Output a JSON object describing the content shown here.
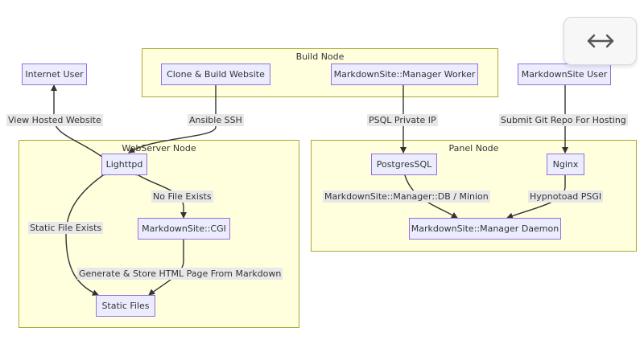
{
  "groups": {
    "build": "Build Node",
    "webserver": "WebServer Node",
    "panel": "Panel Node"
  },
  "nodes": {
    "internet_user": "Internet User",
    "clone_build": "Clone & Build Website",
    "manager_worker": "MarkdownSite::Manager Worker",
    "markdownsite_user": "MarkdownSite User",
    "lighttpd": "Lighttpd",
    "cgi": "MarkdownSite::CGI",
    "static_files": "Static Files",
    "postgresql": "PostgresSQL",
    "nginx": "Nginx",
    "manager_daemon": "MarkdownSite::Manager Daemon"
  },
  "edges": {
    "view_hosted": "View Hosted Website",
    "ansible_ssh": "Ansible SSH",
    "psql_private": "PSQL Private IP",
    "submit_git": "Submit Git Repo For Hosting",
    "no_file": "No File Exists",
    "static_exists": "Static File Exists",
    "generate_store": "Generate & Store HTML Page From Markdown",
    "db_minion": "MarkdownSite::Manager::DB / Minion",
    "hypnotoad": "Hypnotoad PSGI"
  },
  "icons": {
    "expand": "expand-horizontal-icon"
  },
  "colors": {
    "group_fill": "#ffffde",
    "group_border": "#aaaa33",
    "node_fill": "#ececff",
    "node_border": "#9370db",
    "edge": "#333333",
    "label_bg": "#e8e8e8"
  }
}
